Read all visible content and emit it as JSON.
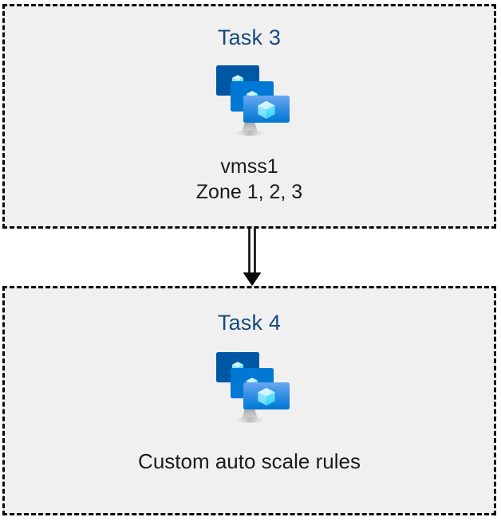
{
  "diagram": {
    "type": "flow",
    "background_color": "#ffffff",
    "box_fill_color": "#f0f0f0",
    "box_border_color": "#0a0a0a",
    "title_color": "#15497a",
    "caption_color": "#1b1b1b",
    "connector": {
      "name": "double-line-arrow",
      "direction": "down",
      "from": "task-box-1",
      "to": "task-box-2",
      "color": "#0a0a0a"
    },
    "boxes": [
      {
        "id": "task-box-1",
        "title": "Task 3",
        "icon": "azure-vm-scale-set-icon",
        "caption_lines": [
          "vmss1",
          "Zone 1, 2, 3"
        ]
      },
      {
        "id": "task-box-2",
        "title": "Task 4",
        "icon": "azure-vm-scale-set-icon",
        "caption_lines": [
          "Custom auto scale rules"
        ]
      }
    ],
    "icon_colors": {
      "monitor_back": "#0058a4",
      "monitor_middle": "#0078d4",
      "monitor_front_top": "#5ea0ef",
      "monitor_front_bottom": "#0078d4",
      "cube_light": "#c3f1fb",
      "cube_mid": "#9cebfb",
      "cube_dark": "#50e6ff",
      "stand": "#b3b3b3"
    }
  }
}
